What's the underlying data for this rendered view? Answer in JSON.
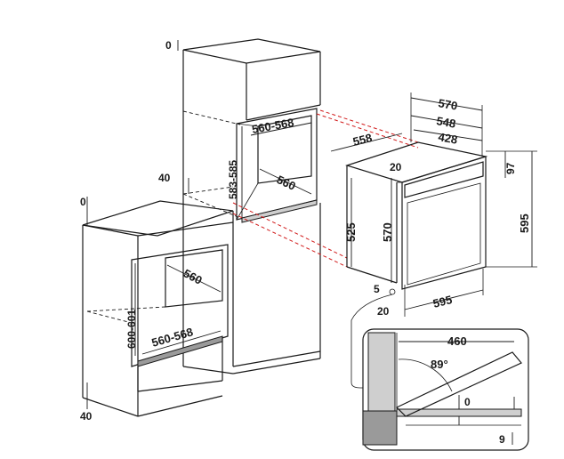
{
  "tall_cabinet": {
    "top_gap": "0",
    "bottom_gap": "40",
    "niche_depth": "560-568",
    "niche_height": "583-585",
    "niche_width": "560"
  },
  "base_cabinet": {
    "top_gap": "0",
    "bottom_gap": "40",
    "niche_width": "560",
    "niche_height": "600-601",
    "niche_depth": "560-568"
  },
  "oven": {
    "depth_total": "570",
    "depth_mid": "548",
    "depth_body": "428",
    "width_label_top": "558",
    "front_offset": "20",
    "panel_height": "97",
    "body_height": "525",
    "frame_height": "570",
    "total_height": "595",
    "width": "595",
    "bottom_gap": "5",
    "side_offset": "20"
  },
  "detail": {
    "door_length": "460",
    "door_angle": "89°",
    "gap_top": "0",
    "gap_bottom": "9"
  }
}
